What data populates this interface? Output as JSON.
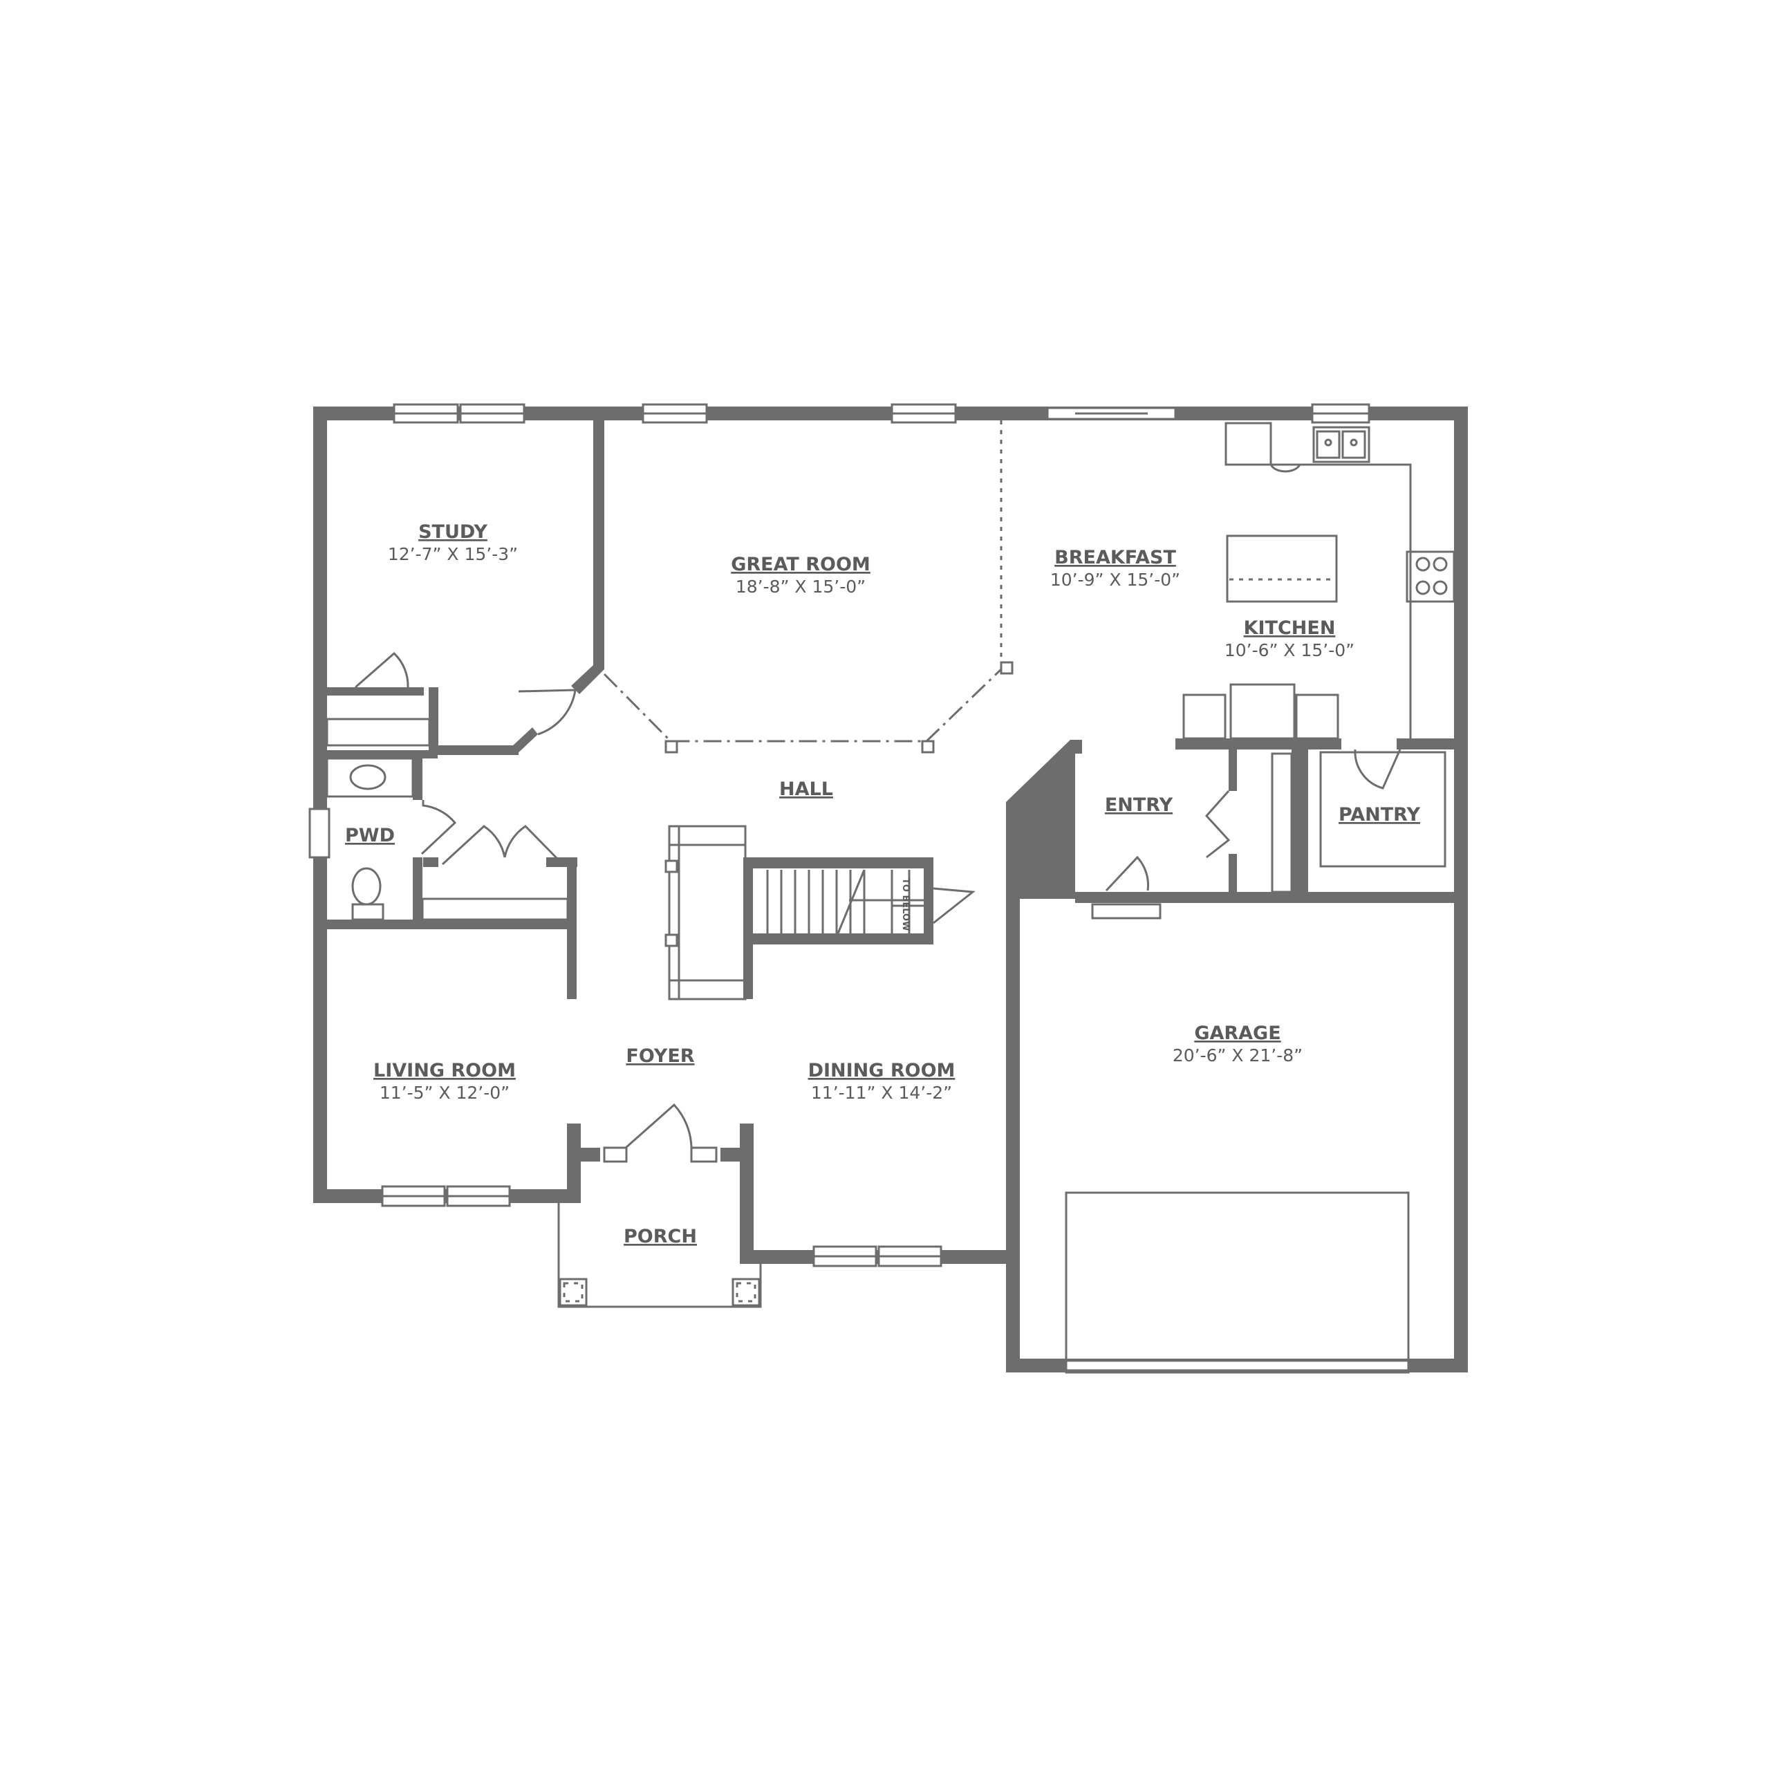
{
  "rooms": {
    "study": {
      "name": "STUDY",
      "dims": "12’-7” X 15’-3”"
    },
    "great_room": {
      "name": "GREAT ROOM",
      "dims": "18’-8” X 15’-0”"
    },
    "breakfast": {
      "name": "BREAKFAST",
      "dims": "10’-9” X 15’-0”"
    },
    "kitchen": {
      "name": "KITCHEN",
      "dims": "10’-6” X 15’-0”"
    },
    "hall": {
      "name": "HALL"
    },
    "pwd": {
      "name": "PWD"
    },
    "entry": {
      "name": "ENTRY"
    },
    "pantry": {
      "name": "PANTRY"
    },
    "living_room": {
      "name": "LIVING ROOM",
      "dims": "11’-5” X 12’-0”"
    },
    "foyer": {
      "name": "FOYER"
    },
    "dining_room": {
      "name": "DINING ROOM",
      "dims": "11’-11” X 14’-2”"
    },
    "garage": {
      "name": "GARAGE",
      "dims": "20’-6” X 21’-8”"
    },
    "porch": {
      "name": "PORCH"
    }
  },
  "stairs": {
    "label": "TO BELOW"
  },
  "colors": {
    "wall": "#6d6d6d",
    "text": "#5b5b5b",
    "background": "#ffffff"
  }
}
